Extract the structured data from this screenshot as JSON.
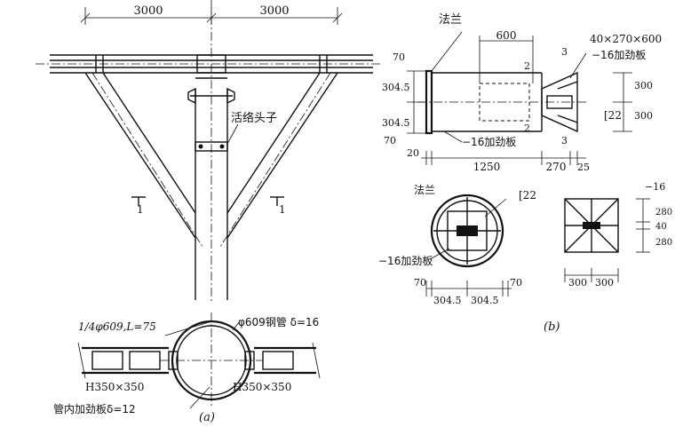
{
  "panel_a": {
    "dim_left": "3000",
    "dim_right": "3000",
    "joint_label": "活络头子",
    "section_mark_left": "1",
    "section_mark_right": "1",
    "lower_left_note": "1/4φ609,L=75",
    "pipe_note": "φ609钢管 δ=16",
    "beam_left": "H350×350",
    "beam_right": "H350×350",
    "stiffener_note": "管内加劲板δ=12",
    "caption": "(a)"
  },
  "panel_b": {
    "flange_label": "法兰",
    "dim_600": "600",
    "plate_note": "40×270×600",
    "stiffener_top": "−16加劲板",
    "dim_300_upper": "300",
    "dim_300_lower": "300",
    "channel_22": "[22",
    "stiffener_bottom": "−16加劲板",
    "left_dims": [
      "70",
      "304.5",
      "304.5",
      "70"
    ],
    "bottom_dims": [
      "20",
      "1250",
      "270",
      "25"
    ],
    "mark_2": "2",
    "mark_3": "3",
    "section_flange_label": "法兰",
    "section_channel": "[22",
    "section_stiffener": "−16加劲板",
    "section_bottom_dims": [
      "70",
      "304.5",
      "304.5",
      "70"
    ],
    "right_top": "−16",
    "right_dims_vertical": [
      "280",
      "40",
      "280"
    ],
    "right_bottom_dims": [
      "300",
      "300"
    ],
    "caption": "(b)"
  }
}
